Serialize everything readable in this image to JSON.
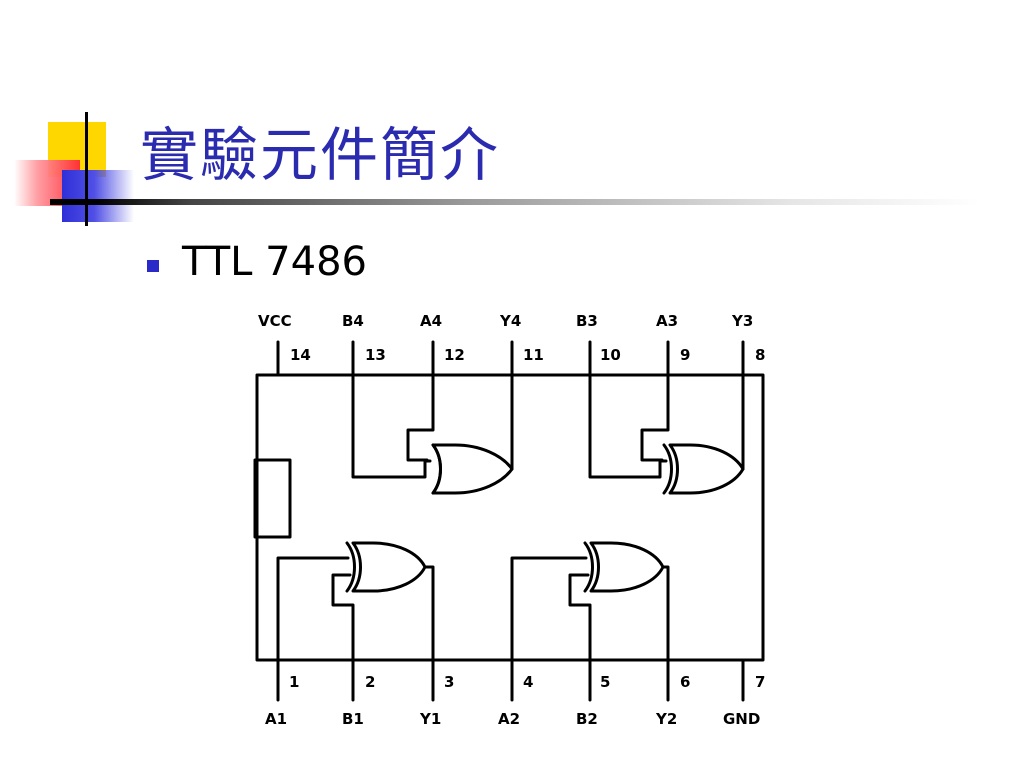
{
  "slide": {
    "title": "實驗元件簡介",
    "bullet": "TTL 7486"
  },
  "diagram": {
    "top_pins": [
      {
        "number": "14",
        "label": "VCC"
      },
      {
        "number": "13",
        "label": "B4"
      },
      {
        "number": "12",
        "label": "A4"
      },
      {
        "number": "11",
        "label": "Y4"
      },
      {
        "number": "10",
        "label": "B3"
      },
      {
        "number": "9",
        "label": "A3"
      },
      {
        "number": "8",
        "label": "Y3"
      }
    ],
    "bottom_pins": [
      {
        "number": "1",
        "label": "A1"
      },
      {
        "number": "2",
        "label": "B1"
      },
      {
        "number": "3",
        "label": "Y1"
      },
      {
        "number": "4",
        "label": "A2"
      },
      {
        "number": "5",
        "label": "B2"
      },
      {
        "number": "6",
        "label": "Y2"
      },
      {
        "number": "7",
        "label": "GND"
      }
    ]
  },
  "colors": {
    "title": "#2b2bb0",
    "bullet": "#2a2ac8",
    "accent_yellow": "#ffd700",
    "accent_red": "#ff2a35",
    "accent_blue": "#2f2fd8"
  }
}
